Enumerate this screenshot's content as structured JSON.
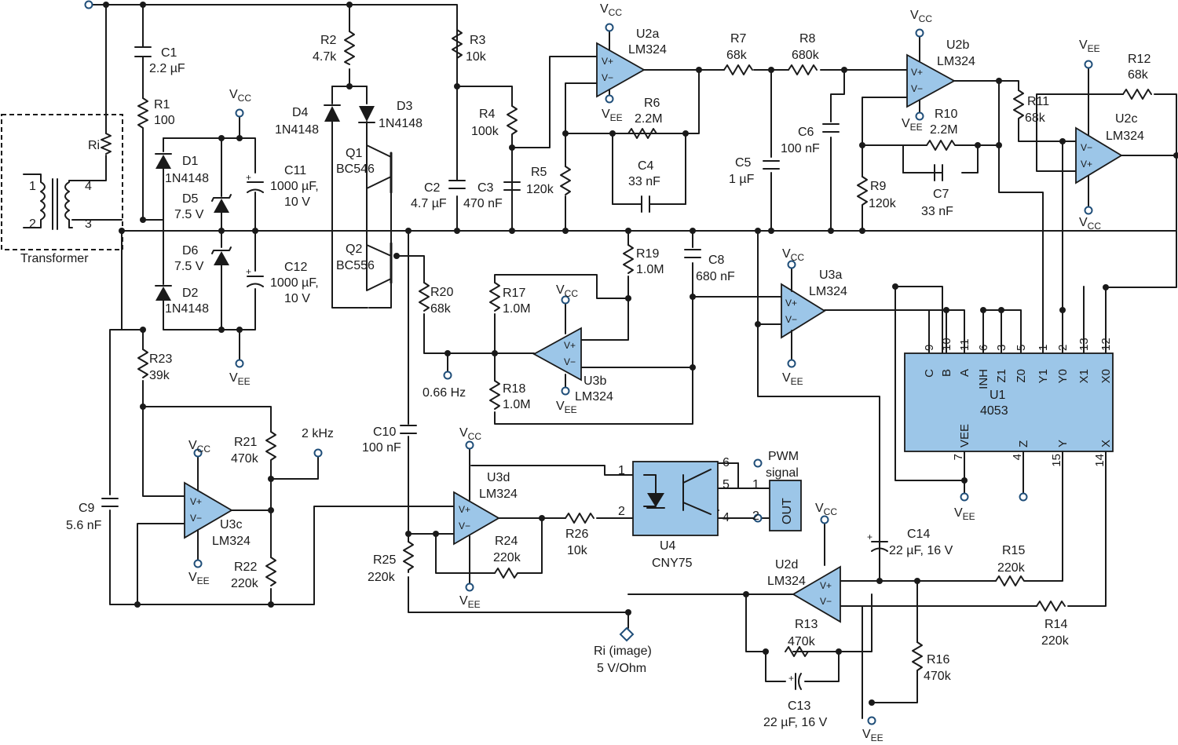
{
  "colors": {
    "opamp_fill": "#9cc6e8",
    "wire": "#1a1a1a",
    "terminal": "#1f4e79"
  },
  "transformer": {
    "label": "Transformer",
    "ri": "Ri",
    "p1": "1",
    "p2": "2",
    "p3": "3",
    "p4": "4"
  },
  "caps": {
    "c1": {
      "name": "C1",
      "value": "2.2 µF"
    },
    "c2": {
      "name": "C2",
      "value": "4.7 µF"
    },
    "c3": {
      "name": "C3",
      "value": "470 nF"
    },
    "c4": {
      "name": "C4",
      "value": "33 nF"
    },
    "c5": {
      "name": "C5",
      "value": "1 µF"
    },
    "c6": {
      "name": "C6",
      "value": "100 nF"
    },
    "c7": {
      "name": "C7",
      "value": "33 nF"
    },
    "c8": {
      "name": "C8",
      "value": "680 nF"
    },
    "c9": {
      "name": "C9",
      "value": "5.6 nF"
    },
    "c10": {
      "name": "C10",
      "value": "100 nF"
    },
    "c11": {
      "name": "C11",
      "value": "1000 µF,",
      "value2": "10 V"
    },
    "c12": {
      "name": "C12",
      "value": "1000 µF,",
      "value2": "10 V"
    },
    "c13": {
      "name": "C13",
      "value": "22 µF, 16 V"
    },
    "c14": {
      "name": "C14",
      "value": "22 µF, 16 V"
    }
  },
  "resistors": {
    "r1": {
      "name": "R1",
      "value": "100"
    },
    "r2": {
      "name": "R2",
      "value": "4.7k"
    },
    "r3": {
      "name": "R3",
      "value": "10k"
    },
    "r4": {
      "name": "R4",
      "value": "100k"
    },
    "r5": {
      "name": "R5",
      "value": "120k"
    },
    "r6": {
      "name": "R6",
      "value": "2.2M"
    },
    "r7": {
      "name": "R7",
      "value": "68k"
    },
    "r8": {
      "name": "R8",
      "value": "680k"
    },
    "r9": {
      "name": "R9",
      "value": "120k"
    },
    "r10": {
      "name": "R10",
      "value": "2.2M"
    },
    "r11": {
      "name": "R11",
      "value": "68k"
    },
    "r12": {
      "name": "R12",
      "value": "68k"
    },
    "r13": {
      "name": "R13",
      "value": "470k"
    },
    "r14": {
      "name": "R14",
      "value": "220k"
    },
    "r15": {
      "name": "R15",
      "value": "220k"
    },
    "r16": {
      "name": "R16",
      "value": "470k"
    },
    "r17": {
      "name": "R17",
      "value": "1.0M"
    },
    "r18": {
      "name": "R18",
      "value": "1.0M"
    },
    "r19": {
      "name": "R19",
      "value": "1.0M"
    },
    "r20": {
      "name": "R20",
      "value": "68k"
    },
    "r21": {
      "name": "R21",
      "value": "470k"
    },
    "r22": {
      "name": "R22",
      "value": "220k"
    },
    "r23": {
      "name": "R23",
      "value": "39k"
    },
    "r24": {
      "name": "R24",
      "value": "220k"
    },
    "r25": {
      "name": "R25",
      "value": "220k"
    },
    "r26": {
      "name": "R26",
      "value": "10k"
    }
  },
  "diodes": {
    "d1": {
      "name": "D1",
      "value": "1N4148"
    },
    "d2": {
      "name": "D2",
      "value": "1N4148"
    },
    "d3": {
      "name": "D3",
      "value": "1N4148"
    },
    "d4": {
      "name": "D4",
      "value": "1N4148"
    },
    "d5": {
      "name": "D5",
      "value": "7.5 V"
    },
    "d6": {
      "name": "D6",
      "value": "7.5 V"
    }
  },
  "transistors": {
    "q1": {
      "name": "Q1",
      "value": "BC546"
    },
    "q2": {
      "name": "Q2",
      "value": "BC556"
    }
  },
  "opamps": {
    "u2a": {
      "name": "U2a",
      "part": "LM324"
    },
    "u2b": {
      "name": "U2b",
      "part": "LM324"
    },
    "u2c": {
      "name": "U2c",
      "part": "LM324"
    },
    "u2d": {
      "name": "U2d",
      "part": "LM324"
    },
    "u3a": {
      "name": "U3a",
      "part": "LM324"
    },
    "u3b": {
      "name": "U3b",
      "part": "LM324"
    },
    "u3c": {
      "name": "U3c",
      "part": "LM324"
    },
    "u3d": {
      "name": "U3d",
      "part": "LM324"
    }
  },
  "rails": {
    "vcc": "V",
    "vcc_sub": "CC",
    "vee": "V",
    "vee_sub": "EE",
    "vplus": "V+",
    "vminus": "V−"
  },
  "u1": {
    "name": "U1",
    "part": "4053",
    "top_pins": [
      "C",
      "B",
      "A",
      "INH",
      "Z1",
      "Z0",
      "Y1",
      "Y0",
      "X1",
      "X0"
    ],
    "top_nums": [
      "9",
      "10",
      "11",
      "6",
      "3",
      "5",
      "1",
      "2",
      "13",
      "12"
    ],
    "bottom_pins": [
      "VEE",
      "Z",
      "Y",
      "X"
    ],
    "bottom_nums": [
      "7",
      "4",
      "15",
      "14"
    ]
  },
  "u4": {
    "name": "U4",
    "part": "CNY75",
    "p1": "1",
    "p2": "2",
    "p4": "4",
    "p5": "5",
    "p6": "6"
  },
  "out": {
    "label": "OUT",
    "title1": "PWM",
    "title2": "signal",
    "p1": "1",
    "p2": "2"
  },
  "test_points": {
    "t066": "0.66 Hz",
    "t2k": "2 kHz",
    "ri1": "Ri (image)",
    "ri2": "5 V/Ohm"
  }
}
